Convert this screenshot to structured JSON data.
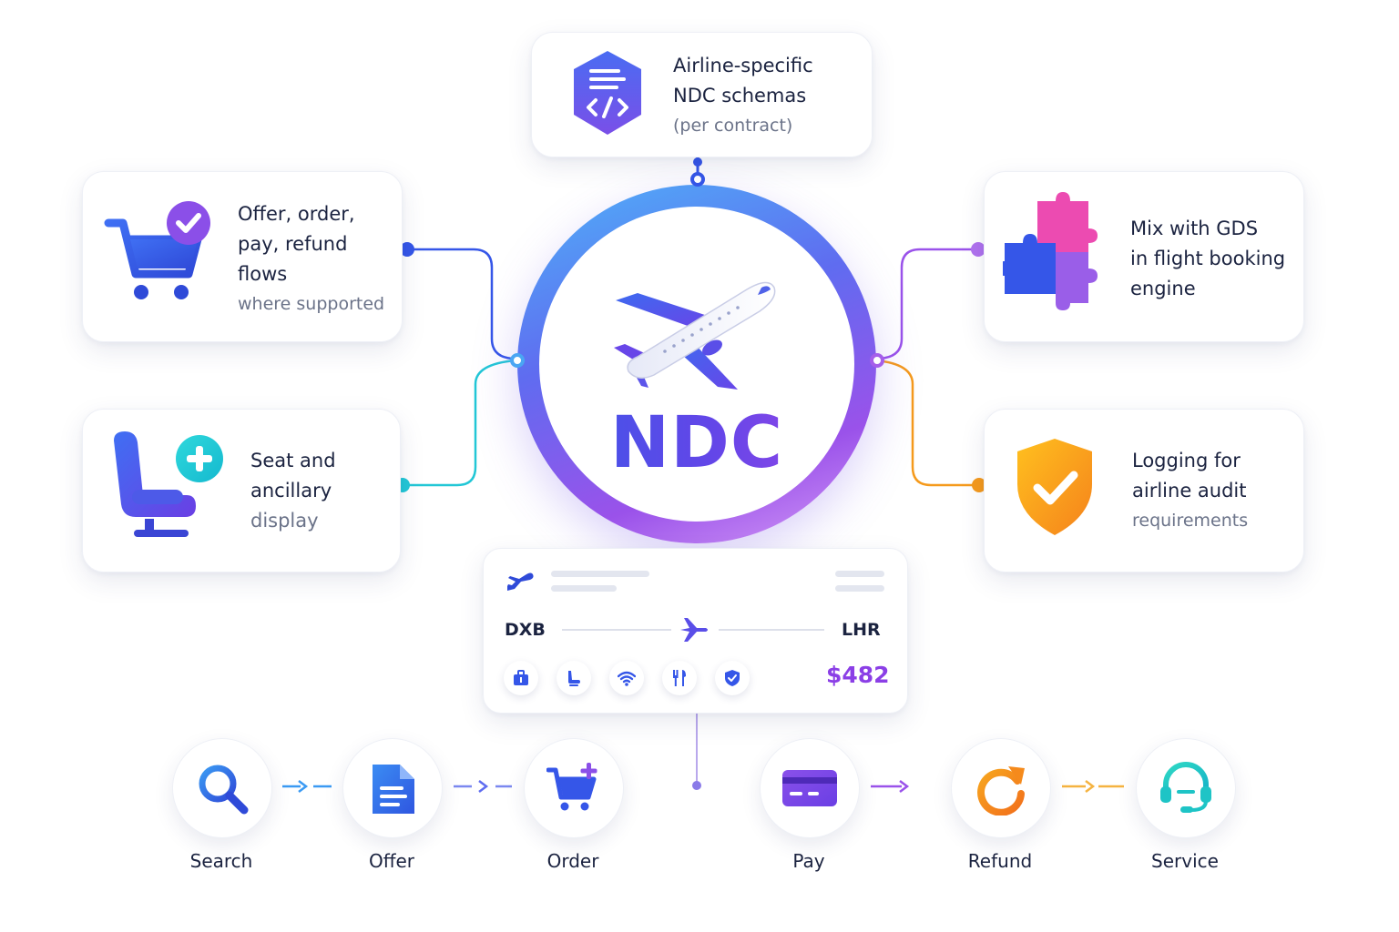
{
  "hub": {
    "label": "NDC"
  },
  "cards": {
    "schemas": {
      "lines": [
        "Airline-specific",
        "NDC schemas"
      ],
      "sub": "(per contract)"
    },
    "flows": {
      "lines": [
        "Offer, order,",
        "pay, refund",
        "flows"
      ],
      "sub": "where supported"
    },
    "seat": {
      "lines": [
        "Seat and",
        "ancillary"
      ],
      "sub": "display"
    },
    "gds": {
      "lines": [
        "Mix with GDS",
        "in flight booking",
        "engine"
      ]
    },
    "audit": {
      "lines": [
        "Logging for",
        "airline audit"
      ],
      "sub": "requirements"
    }
  },
  "flight": {
    "origin": "DXB",
    "destination": "LHR",
    "price": "$482",
    "amenities": [
      "baggage-icon",
      "seat-icon",
      "wifi-icon",
      "meal-icon",
      "protection-shield-icon"
    ]
  },
  "steps": [
    {
      "label": "Search",
      "icon": "search-icon"
    },
    {
      "label": "Offer",
      "icon": "document-icon"
    },
    {
      "label": "Order",
      "icon": "cart-add-icon"
    },
    {
      "label": "Pay",
      "icon": "credit-card-icon"
    },
    {
      "label": "Refund",
      "icon": "refresh-icon"
    },
    {
      "label": "Service",
      "icon": "headset-icon"
    }
  ],
  "colors": {
    "blue": "#3556e8",
    "purple": "#8b3fe6",
    "teal": "#22c7d6",
    "orange": "#f59a1c",
    "pink": "#ec4bb1"
  }
}
